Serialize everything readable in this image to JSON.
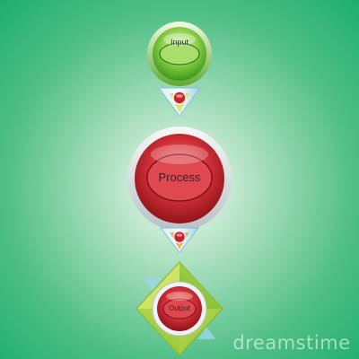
{
  "diagram": {
    "nodes": [
      {
        "id": "input",
        "label": "Input",
        "shape": "circle",
        "color": "green"
      },
      {
        "id": "process",
        "label": "Process",
        "shape": "circle",
        "color": "red"
      },
      {
        "id": "output",
        "label": "Output",
        "shape": "circle-on-diamond",
        "color": "red"
      }
    ],
    "connectors": [
      {
        "from": "input",
        "to": "process",
        "shape": "downward-triangle"
      },
      {
        "from": "process",
        "to": "output",
        "shape": "downward-triangle"
      }
    ]
  },
  "watermark": "dreamstime",
  "colors": {
    "background_edge": "#1dae6f",
    "background_center": "#ecf7ee",
    "green_node": "#6fc43c",
    "red_node": "#c8232c",
    "connector_yellow": "#c6df3a",
    "connector_pale": "#c3e6f0"
  }
}
